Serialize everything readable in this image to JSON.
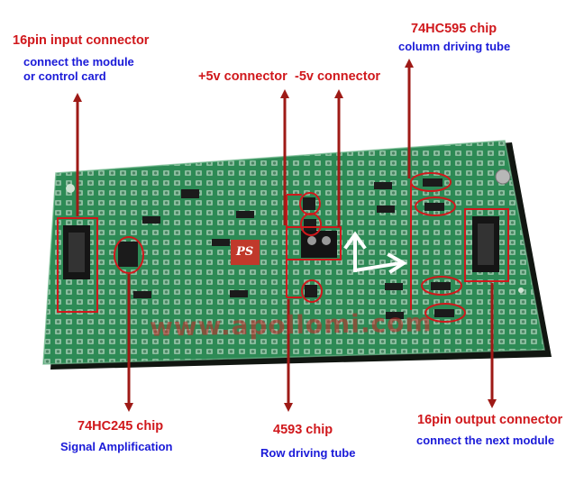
{
  "labels": {
    "input_connector_title": "16pin input connector",
    "input_connector_desc_1": "connect the module",
    "input_connector_desc_2": "or control card",
    "plus5v": "+5v connector",
    "minus5v": "-5v connector",
    "chip_595_title": "74HC595 chip",
    "chip_595_desc": "column driving tube",
    "chip_245_title": "74HC245 chip",
    "chip_245_desc": "Signal Amplification",
    "chip_4593_title": "4593 chip",
    "chip_4593_desc": "Row driving tube",
    "output_connector_title": "16pin output connector",
    "output_connector_desc": "connect the next module"
  },
  "watermark": "www.apollomi.com",
  "board_logo": "PS",
  "colors": {
    "label_red": "#d0181c",
    "label_blue": "#1a1ad8",
    "board_green": "#2d8a55",
    "arrow": "#9e1a16"
  }
}
